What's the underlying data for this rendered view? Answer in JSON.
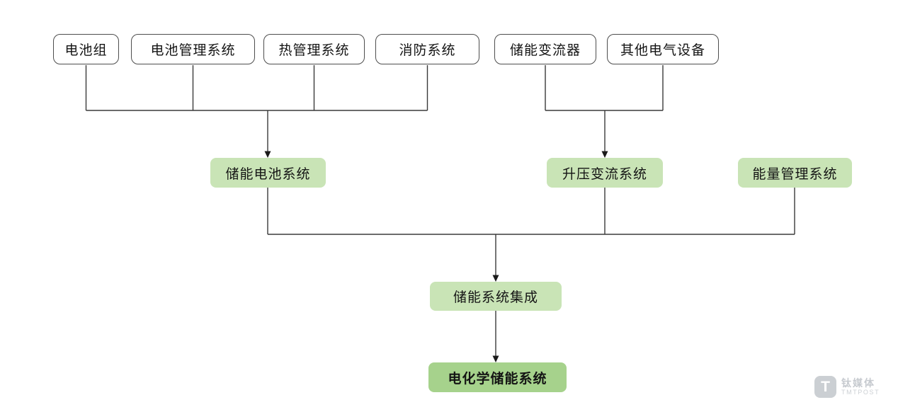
{
  "diagram": {
    "description": "电化学储能系统构成流程图",
    "top_row": [
      {
        "label": "电池组"
      },
      {
        "label": "电池管理系统"
      },
      {
        "label": "热管理系统"
      },
      {
        "label": "消防系统"
      },
      {
        "label": "储能变流器"
      },
      {
        "label": "其他电气设备"
      }
    ],
    "mid_row": [
      {
        "label": "储能电池系统"
      },
      {
        "label": "升压变流系统"
      },
      {
        "label": "能量管理系统"
      }
    ],
    "integration": {
      "label": "储能系统集成"
    },
    "final": {
      "label": "电化学储能系统"
    },
    "edges": [
      {
        "from": "电池组",
        "to": "储能电池系统"
      },
      {
        "from": "电池管理系统",
        "to": "储能电池系统"
      },
      {
        "from": "热管理系统",
        "to": "储能电池系统"
      },
      {
        "from": "消防系统",
        "to": "储能电池系统"
      },
      {
        "from": "储能变流器",
        "to": "升压变流系统"
      },
      {
        "from": "其他电气设备",
        "to": "升压变流系统"
      },
      {
        "from": "储能电池系统",
        "to": "储能系统集成"
      },
      {
        "from": "升压变流系统",
        "to": "储能系统集成"
      },
      {
        "from": "能量管理系统",
        "to": "储能系统集成"
      },
      {
        "from": "储能系统集成",
        "to": "电化学储能系统"
      }
    ],
    "colors": {
      "light_green_fill": "#c9e4b6",
      "dark_green_fill": "#a6d28c",
      "box_border": "#4d4d4d",
      "line": "#3a3a3a",
      "background": "#ffffff"
    }
  },
  "watermark": {
    "icon_letter": "T",
    "brand_cn": "钛媒体",
    "brand_en": "TMTPOST",
    "color": "#c6cacf"
  }
}
